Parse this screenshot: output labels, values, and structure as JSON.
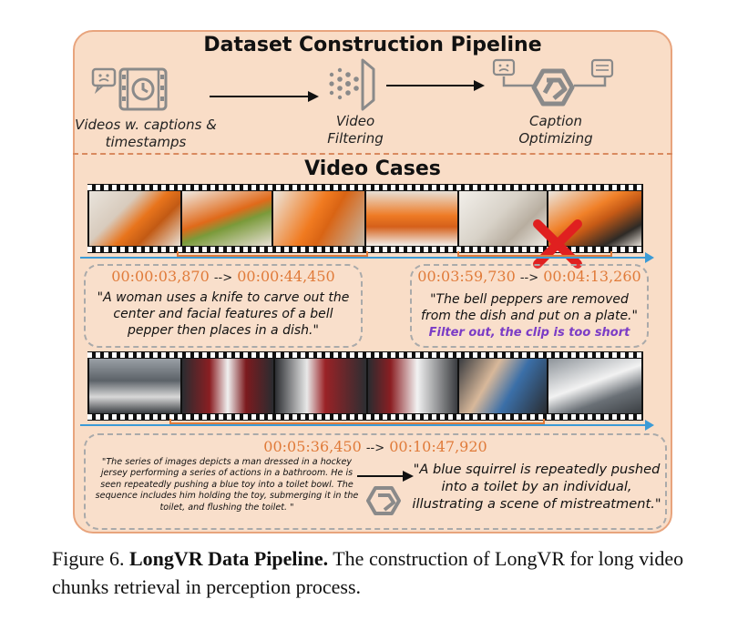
{
  "pipeline": {
    "title": "Dataset Construction Pipeline",
    "step1_line1": "Videos w. captions &",
    "step1_line2": "timestamps",
    "step2_line1": "Video",
    "step2_line2": "Filtering",
    "step3_line1": "Caption",
    "step3_line2": "Optimizing"
  },
  "cases": {
    "title": "Video Cases",
    "case1": {
      "start": "00:00:03,870",
      "arrow": "-->",
      "end": "00:00:44,450",
      "caption": "\"A woman uses a knife to carve out the center and facial features of a bell pepper then places in a dish.\""
    },
    "case2": {
      "start": "00:03:59,730",
      "arrow": "-->",
      "end": "00:04:13,260",
      "caption": "\"The bell peppers are removed from the dish and put on a plate.\"",
      "filter_note": "Filter out, the clip is too short"
    },
    "case3": {
      "start": "00:05:36,450",
      "arrow": "-->",
      "end": "00:10:47,920",
      "raw_caption": "\"The series of images depicts a man dressed in a hockey jersey performing a series of actions in a bathroom. He is seen repeatedly pushing a blue toy into a toilet bowl. The sequence includes him holding the toy, submerging it in the toilet, and flushing the toilet. \"",
      "optimized_caption": "\"A blue squirrel is repeatedly pushed into a toilet by an individual, illustrating a scene of mistreatment.\""
    }
  },
  "figure": {
    "label": "Figure 6.",
    "bold": "LongVR Data Pipeline.",
    "text": " The construction of LongVR for long video chunks retrieval in perception process."
  },
  "colors": {
    "panel": "#f9ddc7",
    "panel_border": "#e8a47d",
    "timestamp": "#e07b3a",
    "timeline": "#3c9bd6",
    "filter_note": "#7b3cc6",
    "reject_mark": "#e02020"
  }
}
